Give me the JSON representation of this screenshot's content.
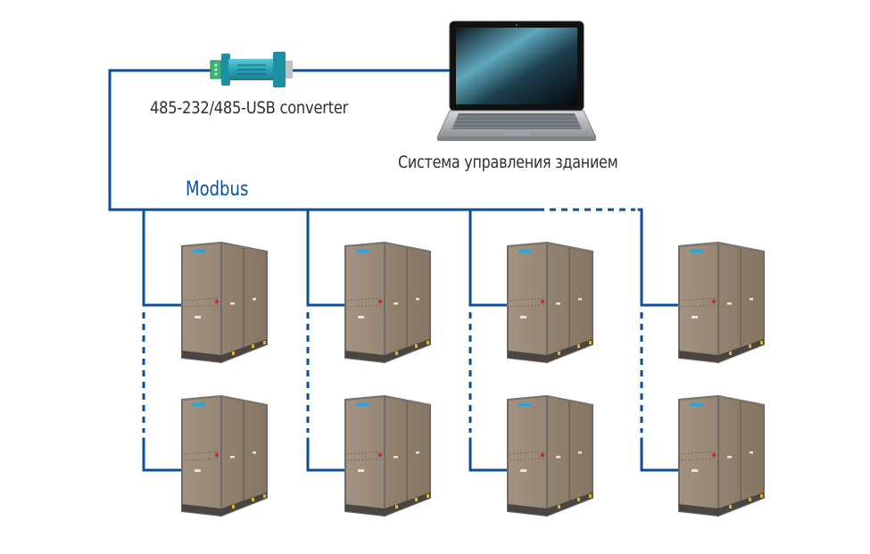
{
  "diagram": {
    "title": "Modbus network topology",
    "bus_label": "Modbus",
    "converter": {
      "label": "485-232/485-USB converter",
      "icon": "rs485-converter-icon"
    },
    "bms": {
      "label": "Система управления зданием",
      "icon": "laptop-icon"
    },
    "colors": {
      "bus_line": "#0d4f96",
      "unit_body": "#9b8a78",
      "unit_side": "#8a7a69",
      "unit_frame": "#6e6a66",
      "unit_logo": "#2aa3d8",
      "converter_body": "#2aa4b8",
      "converter_terminal": "#3cb371",
      "text": "#2e2e2e"
    },
    "columns": [
      {
        "id": "col-1",
        "units": [
          "unit-1-1",
          "unit-1-2"
        ]
      },
      {
        "id": "col-2",
        "units": [
          "unit-2-1",
          "unit-2-2"
        ]
      },
      {
        "id": "col-3",
        "units": [
          "unit-3-1",
          "unit-3-2"
        ]
      },
      {
        "id": "col-4",
        "units": [
          "unit-4-1",
          "unit-4-2"
        ]
      }
    ],
    "unit_type": "outdoor-unit-icon",
    "continuation": "dashed lines indicate more units / more columns"
  }
}
